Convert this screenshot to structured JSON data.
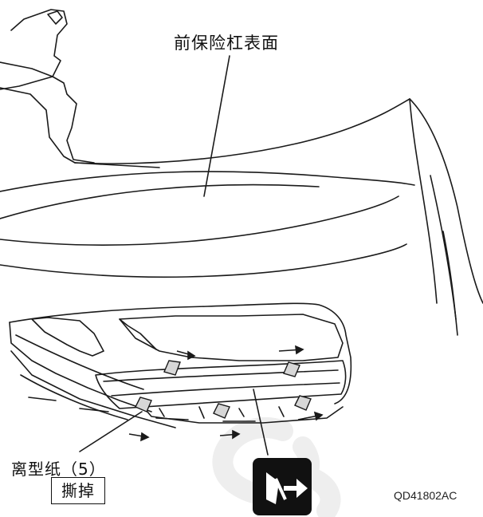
{
  "labels": {
    "bumper_surface": "前保险杠表面",
    "release_paper": "离型纸（5）",
    "peel_off": "撕掉",
    "figure_code": "QD41802AC"
  },
  "icons": {
    "peel_icon": "peel-off-icon",
    "watermark": "watermark-logo"
  },
  "colors": {
    "line": "#1a1a1a",
    "tape": "#d7d7d7",
    "icon_bg": "#111111",
    "watermark": "#eeeeee"
  }
}
